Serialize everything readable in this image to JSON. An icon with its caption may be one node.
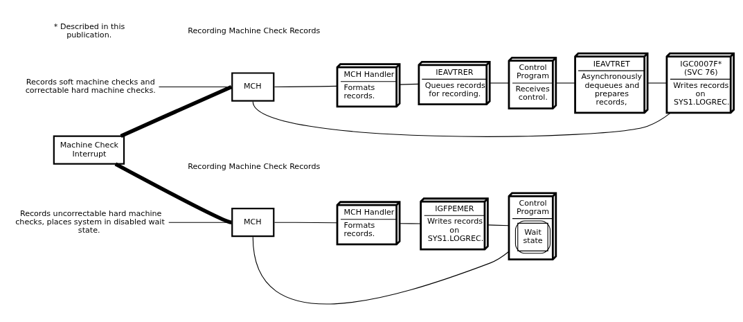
{
  "diagram": {
    "nodes": [
      {
        "text": [
          "Machine Check Interrupt"
        ]
      },
      {
        "text": [
          "MCH"
        ]
      },
      {
        "text": [
          "Records soft machine checks and correctable hard machine checks."
        ]
      },
      {
        "text": [
          "MCH Handler",
          "Formats records."
        ]
      },
      {
        "text": [
          "IEAVTRER",
          "Queues records for recording."
        ]
      },
      {
        "text": [
          "Control Program",
          "Receives control."
        ]
      },
      {
        "text": [
          "IEAVTRET",
          "Asynchronously dequeues and prepares records,"
        ]
      },
      {
        "text": [
          "IGC0007F* (SVC 76)",
          "Writes records on SYS1.LOGREC."
        ]
      },
      {
        "text": [
          "MCH"
        ]
      },
      {
        "text": [
          "Records uncorrectable hard machine checks, places system in disabled wait state."
        ]
      },
      {
        "text": [
          "MCH Handler",
          "Formats records."
        ]
      },
      {
        "text": [
          "IGFPEMER",
          "Writes records on SYS1.LOGREC."
        ]
      },
      {
        "text": [
          "Control Program",
          "Wait state"
        ]
      }
    ],
    "edges": [
      {
        "from": 0,
        "to": 1,
        "arrow": "none",
        "style": "thick"
      },
      {
        "from": 2,
        "to": 1,
        "arrow": "none"
      },
      {
        "from": 1,
        "to": 3,
        "arrow": "none"
      },
      {
        "from": 3,
        "to": 4,
        "arrow": "none"
      },
      {
        "from": 4,
        "to": 5,
        "arrow": "none"
      },
      {
        "from": 5,
        "to": 6,
        "arrow": "none"
      },
      {
        "from": 6,
        "to": 7,
        "arrow": "none"
      },
      {
        "from": 7,
        "to": 1,
        "arrow": "none"
      },
      {
        "from": 0,
        "to": 8,
        "arrow": "none",
        "style": "thick"
      },
      {
        "from": 9,
        "to": 8,
        "arrow": "none"
      },
      {
        "from": 8,
        "to": 10,
        "arrow": "none"
      },
      {
        "from": 10,
        "to": 11,
        "arrow": "none"
      },
      {
        "from": 11,
        "to": 12,
        "arrow": "none"
      },
      {
        "from": 12,
        "to": 8,
        "arrow": "none"
      }
    ],
    "labels": [
      "Recording Machine Check Records",
      "Recording Machine Check Records",
      "* Described in this publication."
    ]
  }
}
